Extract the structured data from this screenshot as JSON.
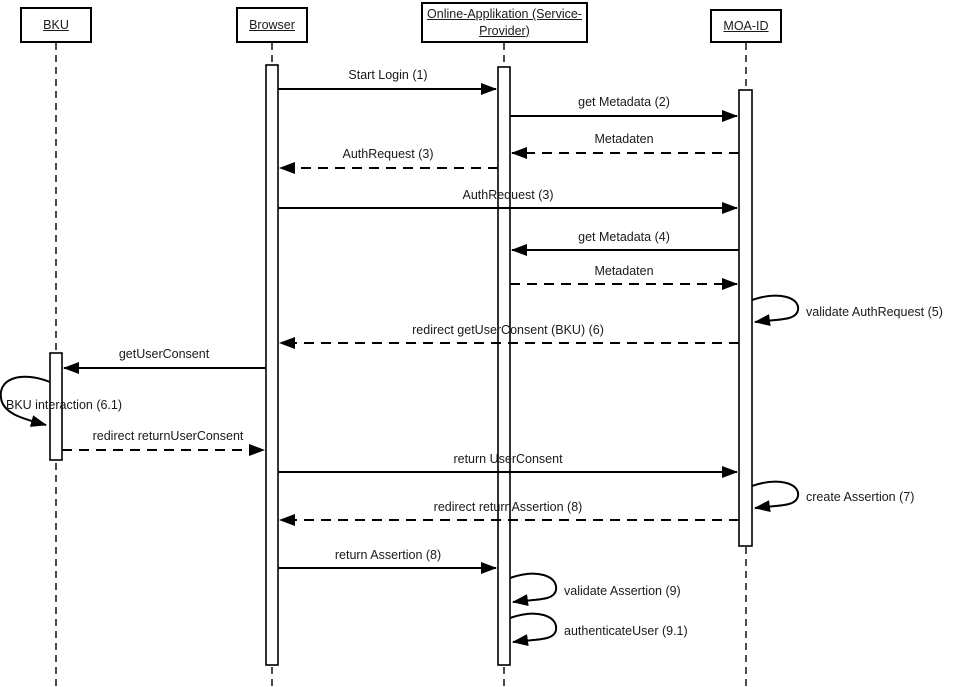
{
  "diagram": {
    "type": "uml-sequence-diagram",
    "colors": {
      "line": "#000000",
      "background": "#ffffff",
      "text": "#1a1a1a"
    },
    "actors": [
      {
        "label": "BKU"
      },
      {
        "label": "Browser"
      },
      {
        "label": "Online-Applikation (Service-Provider)",
        "lines": [
          "Online-Applikation (Service-",
          "Provider)"
        ]
      },
      {
        "label": "MOA-ID"
      }
    ],
    "messages": [
      {
        "label": "Start Login (1)",
        "from": "Browser",
        "to": "Online-Applikation (Service-Provider)",
        "line": "solid",
        "kind": "message"
      },
      {
        "label": "get Metadata (2)",
        "from": "Online-Applikation (Service-Provider)",
        "to": "MOA-ID",
        "line": "solid",
        "kind": "message"
      },
      {
        "label": "Metadaten",
        "from": "MOA-ID",
        "to": "Online-Applikation (Service-Provider)",
        "line": "dashed",
        "kind": "message"
      },
      {
        "label": "AuthRequest (3)",
        "from": "Online-Applikation (Service-Provider)",
        "to": "Browser",
        "line": "dashed",
        "kind": "message"
      },
      {
        "label": "AuthRequest (3)",
        "from": "Browser",
        "to": "MOA-ID",
        "line": "solid",
        "kind": "message"
      },
      {
        "label": "get Metadata (4)",
        "from": "MOA-ID",
        "to": "Online-Applikation (Service-Provider)",
        "line": "solid",
        "kind": "message"
      },
      {
        "label": "Metadaten",
        "from": "Online-Applikation (Service-Provider)",
        "to": "MOA-ID",
        "line": "dashed",
        "kind": "message"
      },
      {
        "label": "validate AuthRequest (5)",
        "from": "MOA-ID",
        "to": "MOA-ID",
        "line": "solid",
        "kind": "self"
      },
      {
        "label": "redirect getUserConsent (BKU) (6)",
        "from": "MOA-ID",
        "to": "Browser",
        "line": "dashed",
        "kind": "message"
      },
      {
        "label": "getUserConsent",
        "from": "Browser",
        "to": "BKU",
        "line": "solid",
        "kind": "message"
      },
      {
        "label": "BKU interaction (6.1)",
        "from": "BKU",
        "to": "BKU",
        "line": "solid",
        "kind": "self"
      },
      {
        "label": "redirect returnUserConsent",
        "from": "BKU",
        "to": "Browser",
        "line": "dashed",
        "kind": "message"
      },
      {
        "label": "return UserConsent",
        "from": "Browser",
        "to": "MOA-ID",
        "line": "solid",
        "kind": "message"
      },
      {
        "label": "create Assertion (7)",
        "from": "MOA-ID",
        "to": "MOA-ID",
        "line": "solid",
        "kind": "self"
      },
      {
        "label": "redirect returnAssertion (8)",
        "from": "MOA-ID",
        "to": "Browser",
        "line": "dashed",
        "kind": "message"
      },
      {
        "label": "return Assertion (8)",
        "from": "Browser",
        "to": "Online-Applikation (Service-Provider)",
        "line": "solid",
        "kind": "message"
      },
      {
        "label": "validate Assertion (9)",
        "from": "Online-Applikation (Service-Provider)",
        "to": "Online-Applikation (Service-Provider)",
        "line": "solid",
        "kind": "self"
      },
      {
        "label": "authenticateUser (9.1)",
        "from": "Online-Applikation (Service-Provider)",
        "to": "Online-Applikation (Service-Provider)",
        "line": "solid",
        "kind": "self"
      }
    ]
  }
}
